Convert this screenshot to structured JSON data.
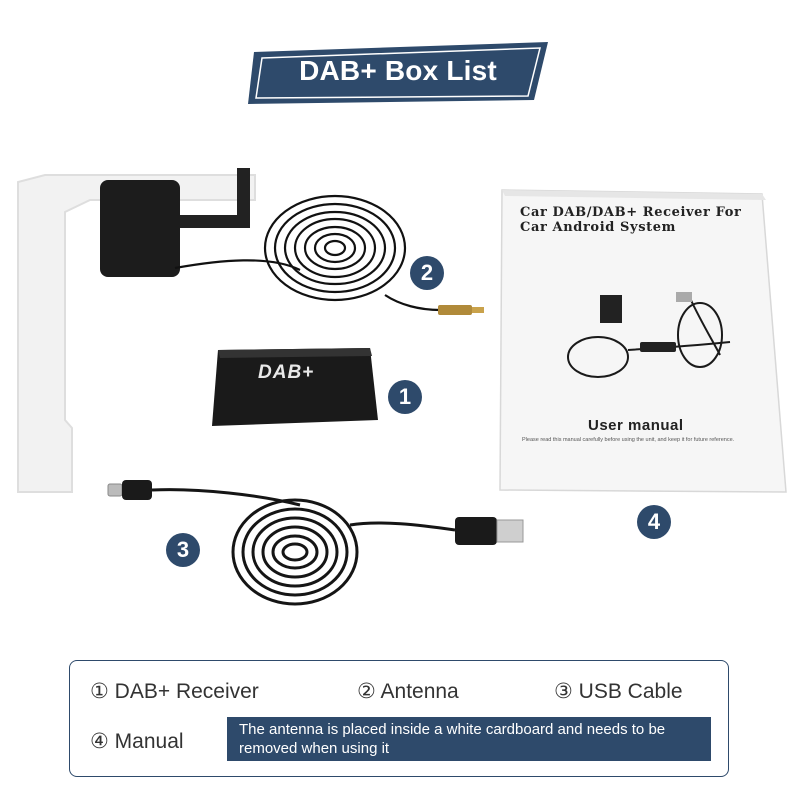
{
  "banner": {
    "title": "DAB+ Box List"
  },
  "badges": {
    "b1": "1",
    "b2": "2",
    "b3": "3",
    "b4": "4"
  },
  "product": {
    "logo": "DAB+"
  },
  "manual": {
    "title": "Car DAB/DAB+ Receiver For Car Android System",
    "user_manual": "User manual",
    "small_print": "Please read this manual carefully before using the unit, and keep it for future reference."
  },
  "legend": {
    "item1": "① DAB+ Receiver",
    "item2": "② Antenna",
    "item3": "③ USB Cable",
    "item4": "④ Manual",
    "note": "The antenna is placed inside a white cardboard and needs to be removed when using it"
  },
  "colors": {
    "navy": "#2e4a6b",
    "white": "#ffffff"
  }
}
